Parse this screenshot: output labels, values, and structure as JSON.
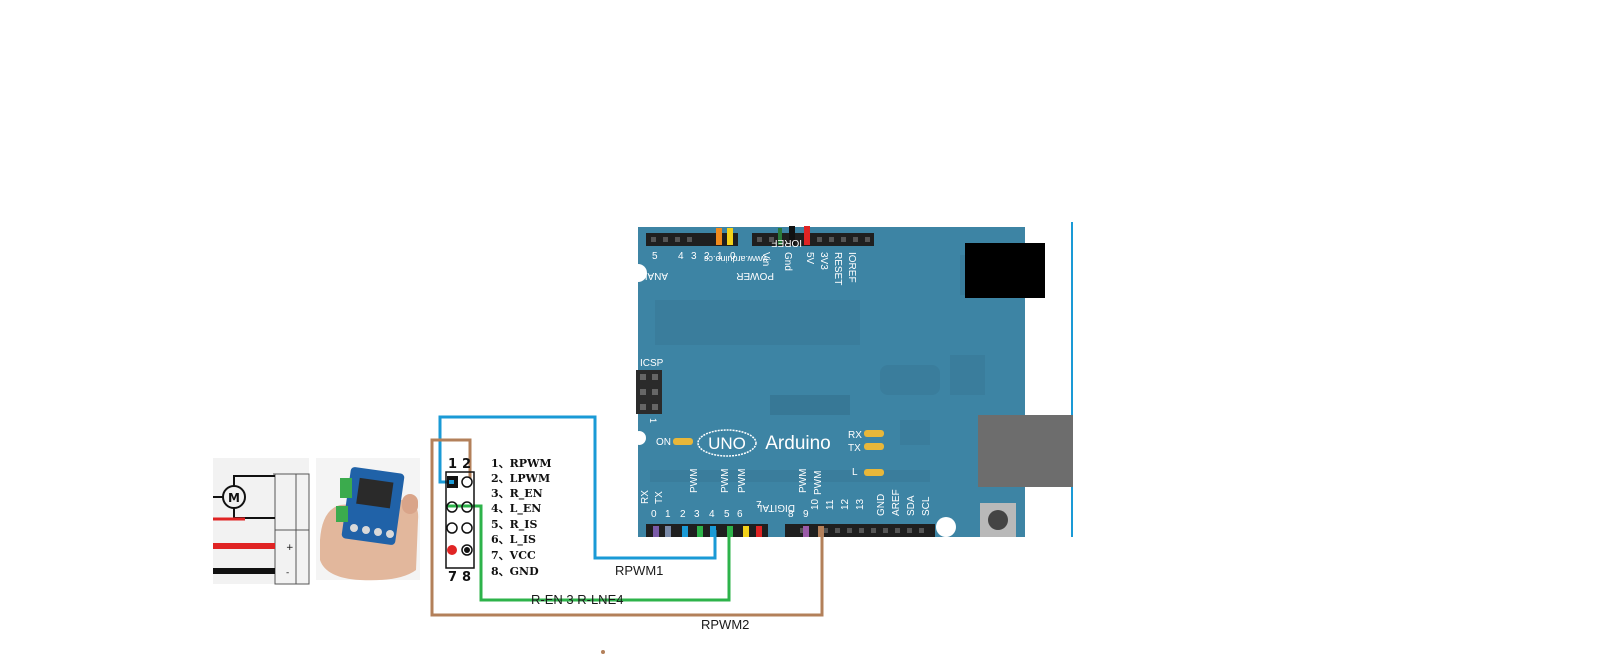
{
  "colors": {
    "board": "#3d84a4",
    "board_dark": "#2f7292",
    "wire_blue": "#1a9ad6",
    "wire_green": "#2db34a",
    "wire_brown": "#b3805a"
  },
  "arduino": {
    "logo": "Arduino",
    "model": "UNO",
    "url": "www.arduino.cc",
    "on": "ON",
    "icsp": "ICSP",
    "icsp_pin": "1",
    "power_label": "POWER",
    "analog_label": "ANALOG IN",
    "analog_pins": [
      "0",
      "1",
      "2",
      "3",
      "4",
      "5"
    ],
    "power_pins": [
      "IOREF",
      "RESET",
      "3V3",
      "5V",
      "Gnd",
      "Vin"
    ],
    "digital_label": "DIGITAL",
    "digital_pins_left": [
      "0",
      "1",
      "2",
      "3",
      "4",
      "5",
      "6",
      "7"
    ],
    "digital_pins_right": [
      "8",
      "9",
      "10",
      "11",
      "12",
      "13",
      "GND",
      "AREF",
      "SDA",
      "SCL"
    ],
    "pwm": "PWM",
    "tx": "TX",
    "rx": "RX",
    "led_tx": "TX",
    "led_rx": "RX",
    "led_l": "L"
  },
  "driver_header": {
    "col_labels_top": [
      "1",
      "2"
    ],
    "col_labels_bottom": [
      "7",
      "8"
    ],
    "pins": [
      "1、RPWM",
      "2、LPWM",
      "3、R_EN",
      "4、L_EN",
      "5、R_IS",
      "6、L_IS",
      "7、VCC",
      "8、GND"
    ]
  },
  "wire_labels": {
    "rpwm1": "RPWM1",
    "ren": "R-EN 3 R-LNE4",
    "rpwm2": "RPWM2"
  },
  "motor_schematic": {
    "motor": "M",
    "plus": "+",
    "minus": "-"
  }
}
